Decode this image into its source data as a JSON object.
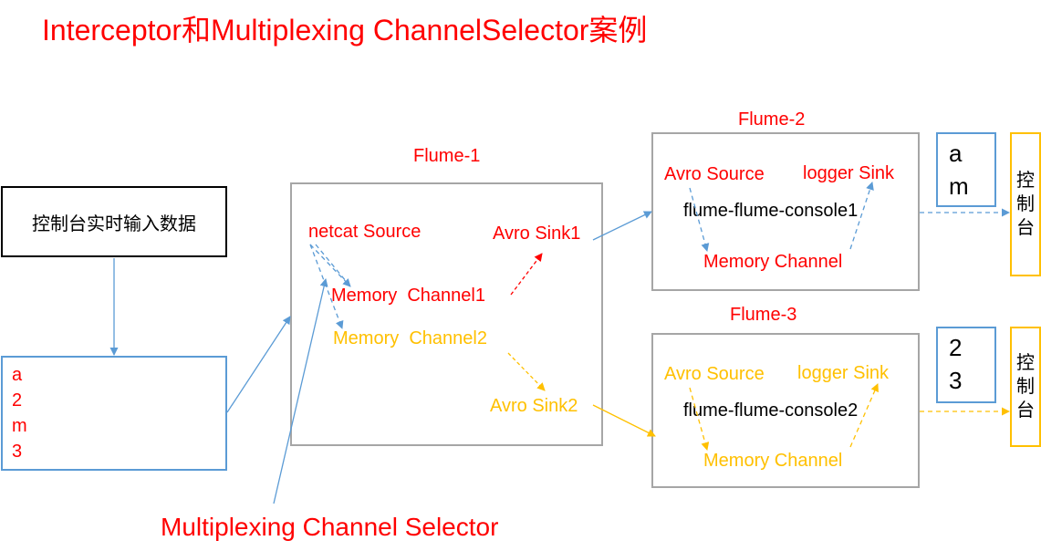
{
  "title": "Interceptor和Multiplexing ChannelSelector案例",
  "input_box": {
    "label": "控制台实时输入数据"
  },
  "input_lines": [
    "a",
    "2",
    "m",
    "3"
  ],
  "flume1": {
    "label": "Flume-1",
    "source": "netcat Source",
    "channel1": "Memory  Channel1",
    "channel2": "Memory  Channel2",
    "sink1": "Avro Sink1",
    "sink2": "Avro Sink2"
  },
  "flume2": {
    "label": "Flume-2",
    "source": "Avro Source",
    "sink": "logger Sink",
    "name": "flume-flume-console1",
    "channel": "Memory Channel",
    "output_lines": [
      "a",
      "m"
    ],
    "console": [
      "控",
      "制",
      "台"
    ]
  },
  "flume3": {
    "label": "Flume-3",
    "source": "Avro Source",
    "sink": "logger Sink",
    "name": "flume-flume-console2",
    "channel": "Memory Channel",
    "output_lines": [
      "2",
      "3"
    ],
    "console": [
      "控",
      "制",
      "台"
    ]
  },
  "selector_label": "Multiplexing Channel Selector",
  "colors": {
    "red": "#ff0000",
    "yellow": "#ffc000",
    "blue": "#5b9bd5",
    "gray": "#a6a6a6"
  }
}
